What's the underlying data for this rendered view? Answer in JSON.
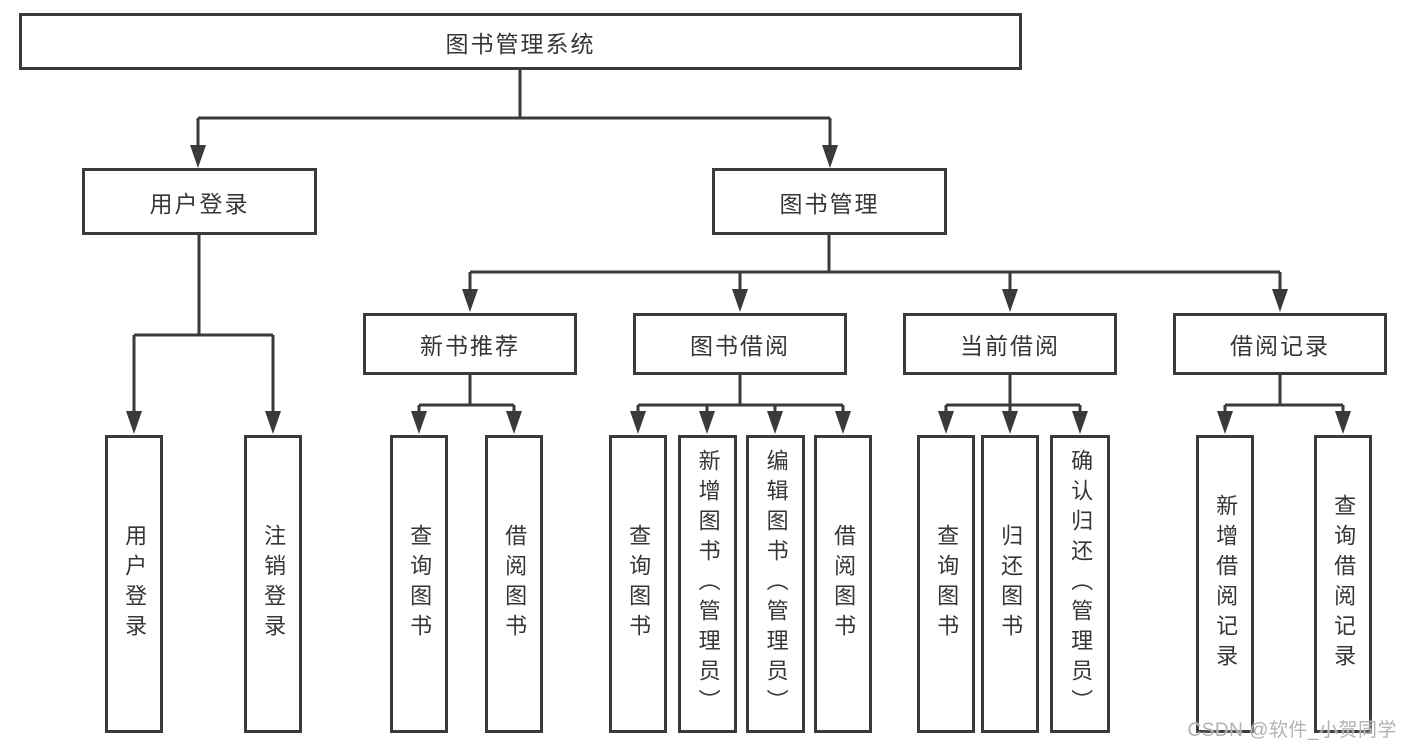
{
  "tree": {
    "root": {
      "label": "图书管理系统"
    },
    "branches": [
      {
        "label": "用户登录",
        "children": [
          {
            "label": "用户登录"
          },
          {
            "label": "注销登录"
          }
        ]
      },
      {
        "label": "图书管理",
        "sections": [
          {
            "label": "新书推荐",
            "children": [
              {
                "label": "查询图书"
              },
              {
                "label": "借阅图书"
              }
            ]
          },
          {
            "label": "图书借阅",
            "children": [
              {
                "label": "查询图书"
              },
              {
                "label": "新增图书（管理员）"
              },
              {
                "label": "编辑图书（管理员）"
              },
              {
                "label": "借阅图书"
              }
            ]
          },
          {
            "label": "当前借阅",
            "children": [
              {
                "label": "查询图书"
              },
              {
                "label": "归还图书"
              },
              {
                "label": "确认归还（管理员）"
              }
            ]
          },
          {
            "label": "借阅记录",
            "children": [
              {
                "label": "新增借阅记录"
              },
              {
                "label": "查询借阅记录"
              }
            ]
          }
        ]
      }
    ]
  },
  "watermark": "CSDN @软件_小贺同学",
  "colors": {
    "line": "#3a3a3a",
    "text": "#363636",
    "watermark": "#b2b2b6",
    "background": "#ffffff"
  }
}
